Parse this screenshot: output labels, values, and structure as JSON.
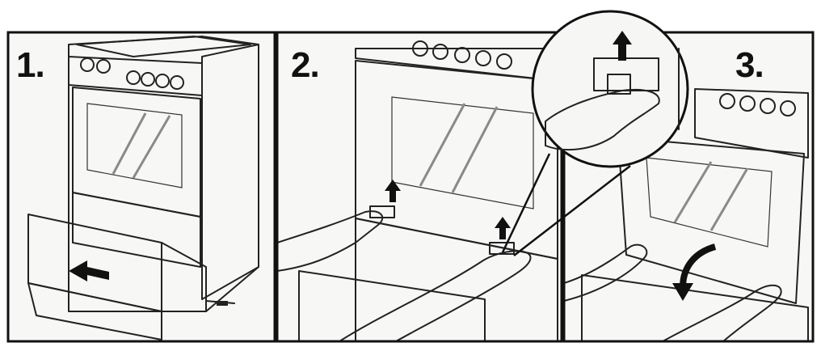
{
  "steps": [
    {
      "number": "1.",
      "action": "remove-drawer"
    },
    {
      "number": "2.",
      "action": "lift-door-clips"
    },
    {
      "number": "3.",
      "action": "tilt-and-remove-door"
    }
  ],
  "colors": {
    "ink": "#111111",
    "paper": "#f4f3f0",
    "shade": "#cfcfcf",
    "glass": "#3a3a3a"
  }
}
